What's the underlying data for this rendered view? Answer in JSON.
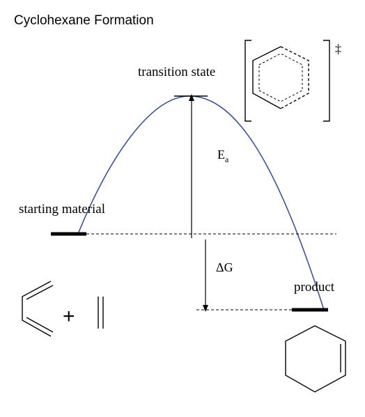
{
  "title": "Cyclohexane Formation",
  "labels": {
    "transition_state": "transition state",
    "dagger": "‡",
    "activation_energy": "E",
    "activation_subscript": "a",
    "free_energy": "ΔG",
    "starting_material": "starting material",
    "product": "product",
    "plus": "+"
  },
  "colors": {
    "curve": "#3a539b",
    "ink": "#000000"
  }
}
